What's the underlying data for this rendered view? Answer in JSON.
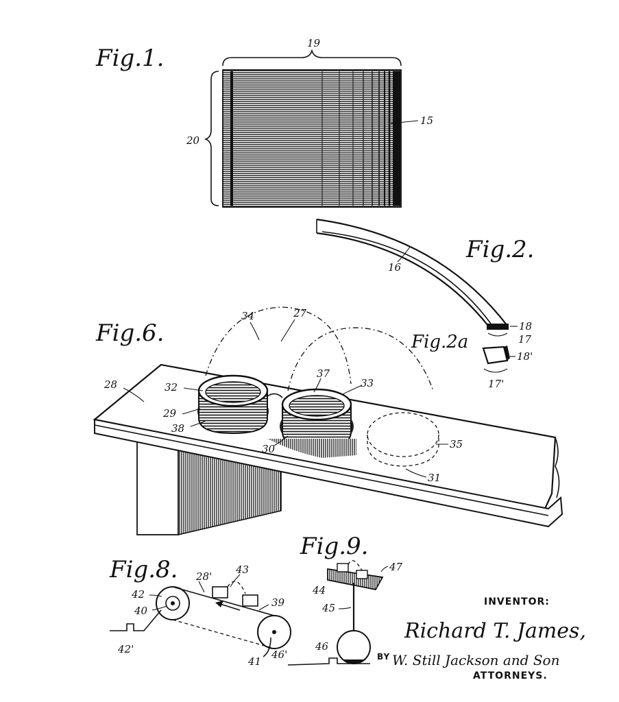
{
  "figures": {
    "fig1": {
      "title": "Fig.1.",
      "refs": {
        "top": "19",
        "side": "20",
        "coil": "15"
      }
    },
    "fig2": {
      "title": "Fig.2.",
      "refs": {
        "strip": "16",
        "end": "18",
        "section": "17"
      }
    },
    "fig2a": {
      "title": "Fig.2a",
      "refs": {
        "end": "18'",
        "section": "17'"
      }
    },
    "fig6": {
      "title": "Fig.6.",
      "refs": {
        "arc_a": "34",
        "arc_b": "27",
        "plank": "28",
        "coil_top": "32",
        "coil_mid": "29",
        "coil_base": "38",
        "coil2_top": "37",
        "coil2_side": "33",
        "shadow": "30",
        "ghost": "35",
        "ghost_base": "31"
      }
    },
    "fig8": {
      "title": "Fig.8.",
      "refs": {
        "belt": "28'",
        "block": "43",
        "wheel_outer": "42",
        "wheel_hub": "40",
        "wire": "42'",
        "frame": "39",
        "wheel2": "41",
        "wire2": "46'"
      }
    },
    "fig9": {
      "title": "Fig.9.",
      "refs": {
        "tray": "47",
        "tray_left": "44",
        "stem": "45",
        "motor": "46"
      }
    }
  },
  "inventor": {
    "label": "INVENTOR:",
    "name": "Richard T. James,",
    "by": "BY",
    "attorneys_signature": "W. Still Jackson and Son",
    "attorneys_label": "ATTORNEYS."
  }
}
